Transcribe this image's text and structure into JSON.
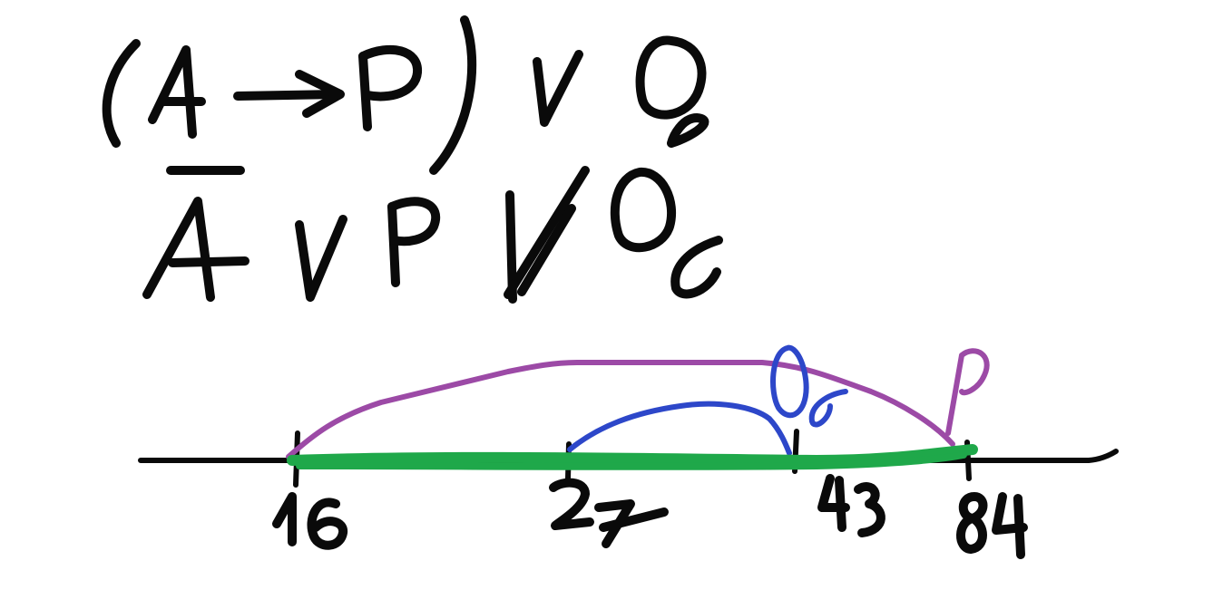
{
  "formula": {
    "line1": [
      "(",
      "A",
      "→",
      "P",
      ")",
      "∨",
      "Q"
    ],
    "line2": [
      "Ā",
      "∨",
      "P",
      "∨",
      "Q"
    ]
  },
  "number_line": {
    "ticks": [
      "16",
      "27",
      "43",
      "84"
    ],
    "labels": {
      "purple": "P",
      "blue": "Q"
    }
  },
  "colors": {
    "ink": "#0a0a0a",
    "purple": "#9c4aa6",
    "blue": "#2d47c9",
    "green": "#1fa84a",
    "background": "#ffffff"
  }
}
